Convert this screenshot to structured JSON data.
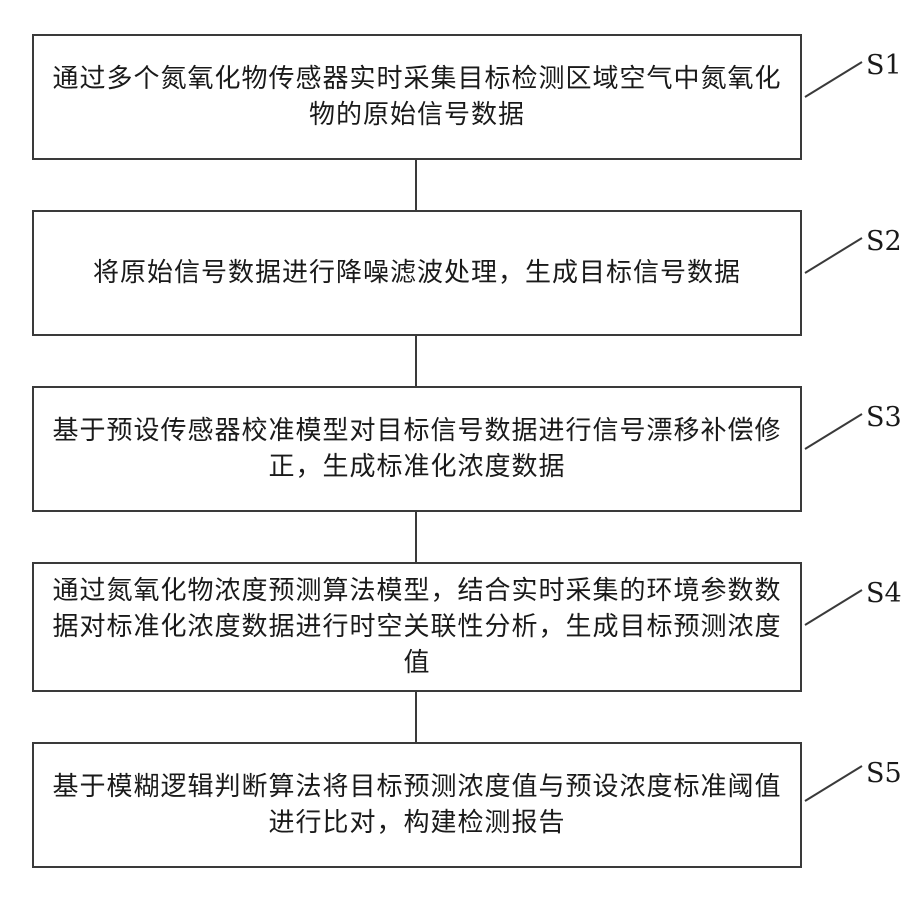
{
  "steps": [
    {
      "label": "S1",
      "text": "通过多个氮氧化物传感器实时采集目标检测区域空气中氮氧化物的原始信号数据"
    },
    {
      "label": "S2",
      "text": "将原始信号数据进行降噪滤波处理，生成目标信号数据"
    },
    {
      "label": "S3",
      "text": "基于预设传感器校准模型对目标信号数据进行信号漂移补偿修正，生成标准化浓度数据"
    },
    {
      "label": "S4",
      "text": "通过氮氧化物浓度预测算法模型，结合实时采集的环境参数数据对标准化浓度数据进行时空关联性分析，生成目标预测浓度值"
    },
    {
      "label": "S5",
      "text": "基于模糊逻辑判断算法将目标预测浓度值与预设浓度标准阈值进行比对，构建检测报告"
    }
  ]
}
